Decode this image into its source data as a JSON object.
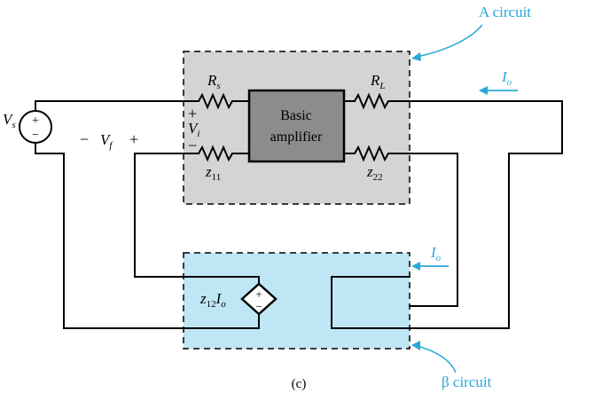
{
  "labels": {
    "a_circuit": "A circuit",
    "beta_circuit": "β circuit",
    "caption": "(c)",
    "amp_line1": "Basic",
    "amp_line2": "amplifier",
    "vs": "V",
    "vs_sub": "s",
    "rs": "R",
    "rs_sub": "s",
    "rl": "R",
    "rl_sub": "L",
    "vi": "V",
    "vi_sub": "i",
    "vi_plus": "+",
    "vi_minus": "−",
    "z11": "z",
    "z11_sub": "11",
    "z22": "z",
    "z22_sub": "22",
    "vf_minus": "−",
    "vf": "V",
    "vf_sub": "f",
    "vf_plus": "+",
    "io_top": "I",
    "io_top_sub": "o",
    "io_mid": "I",
    "io_mid_sub": "o",
    "z12io_z": "z",
    "z12io_sub": "12",
    "z12io_i": "I",
    "z12io_isub": "o",
    "src_plus": "+",
    "src_minus": "−",
    "dep_plus": "+",
    "dep_minus": "−"
  },
  "colors": {
    "accent": "#29a8d8",
    "a_box_fill": "#d4d4d4",
    "amp_fill": "#8c8c8c",
    "beta_box_fill": "#bfe6f5"
  }
}
